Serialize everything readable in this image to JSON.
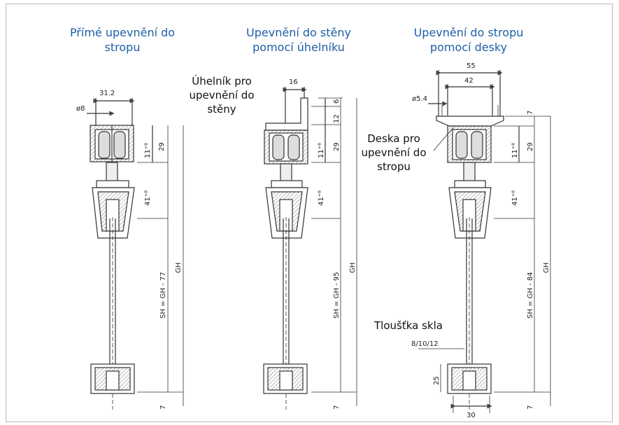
{
  "titles": {
    "col1": "Přímé upevnění do\nstropu",
    "col2": "Upevnění do stěny\npomocí úhelníku",
    "col3": "Upevnění do stropu\npomocí desky"
  },
  "callouts": {
    "angle_bracket": "Úhelník pro\nupevnění do\nstěny",
    "mount_plate": "Deska pro\nupevnění do\nstropu",
    "glass_thickness": "Tloušťka skla"
  },
  "dims": {
    "col1": {
      "width_top": "31.2",
      "hole": "ø8",
      "d29": "29",
      "d11": "11⁺⁸",
      "d41": "41⁺⁸",
      "sh": "SH = GH - 77",
      "gh": "GH",
      "d7": "7"
    },
    "col2": {
      "width_top": "16",
      "d6": "6",
      "d12": "12",
      "d29": "29",
      "d11": "11⁺⁸",
      "d41": "41⁺⁸",
      "sh": "SH = GH - 95",
      "gh": "GH",
      "d7": "7"
    },
    "col3": {
      "width_outer": "55",
      "width_inner": "42",
      "hole": "ø5.4",
      "d7top": "7",
      "d29": "29",
      "d11": "11⁺⁸",
      "d41": "41⁺⁸",
      "sh": "SH = GH - 84",
      "gh": "GH",
      "glass": "8/10/12",
      "d25": "25",
      "width_bottom": "30",
      "d7": "7"
    }
  }
}
